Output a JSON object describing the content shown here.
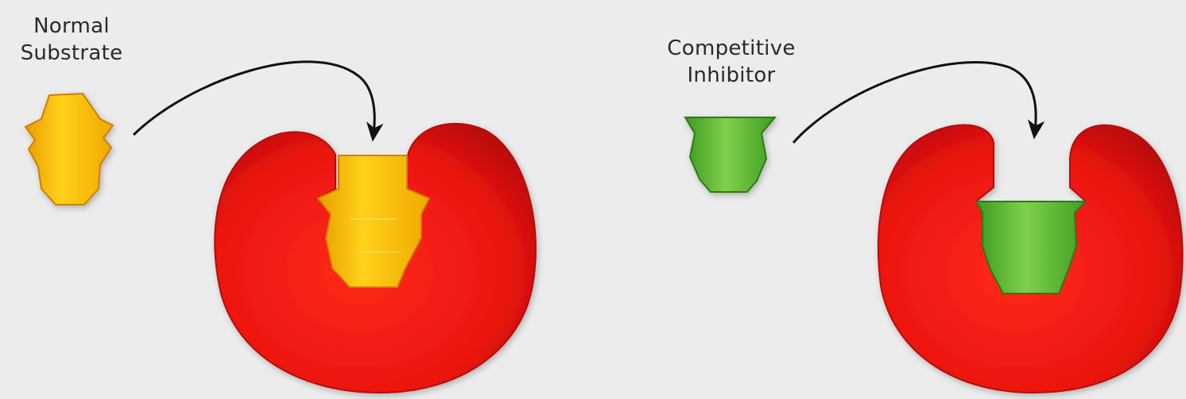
{
  "left_panel": {
    "label_line1": "Normal",
    "label_line2": "Substrate",
    "molecule_color": "#f5b800",
    "enzyme_color": "#e8130f"
  },
  "right_panel": {
    "label_line1": "Competitive",
    "label_line2": "Inhibitor",
    "molecule_color": "#4caf2e",
    "enzyme_color": "#e8130f"
  },
  "colors": {
    "background": "#ececec",
    "arrow": "#111111"
  }
}
